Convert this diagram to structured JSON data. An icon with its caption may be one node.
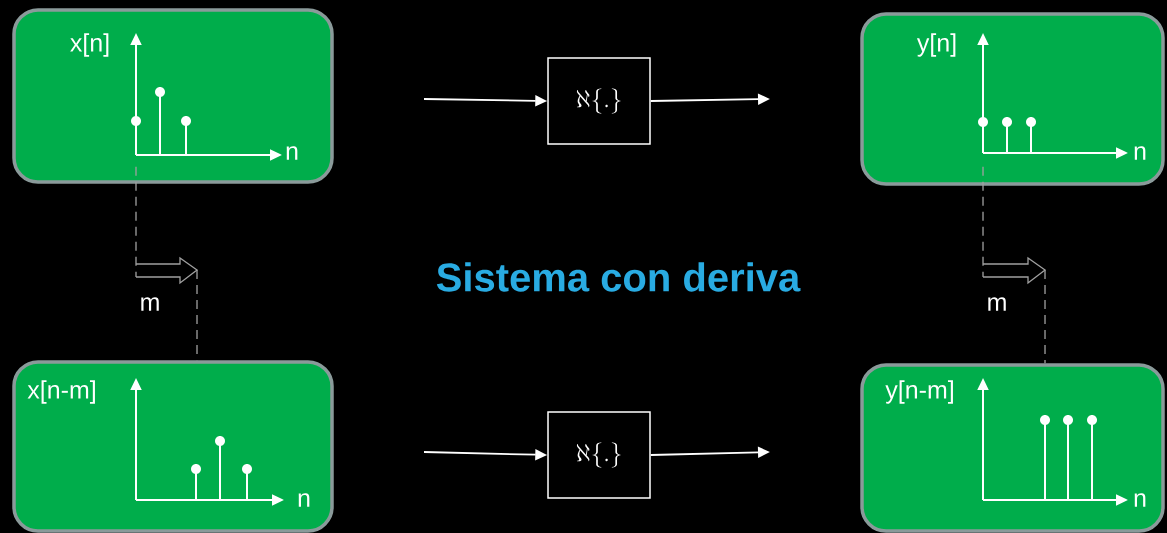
{
  "diagram": {
    "title": "Sistema  con  deriva",
    "nodes": [
      {
        "text": [
          "x[n]",
          "n"
        ]
      },
      {
        "text": [
          "\\aleph\\{.\\}"
        ]
      },
      {
        "text": [
          "y[n]",
          "n"
        ]
      },
      {
        "text": [
          "x[n-m]",
          "n"
        ]
      },
      {
        "text": [
          "\\aleph\\{.\\}"
        ]
      },
      {
        "text": [
          "y[n-m]",
          "n"
        ]
      }
    ],
    "edges": [
      {
        "from": null,
        "to": 1,
        "arrow": "to"
      },
      {
        "from": 1,
        "to": null,
        "arrow": "to"
      },
      {
        "from": null,
        "to": 4,
        "arrow": "to"
      },
      {
        "from": 4,
        "to": null,
        "arrow": "to"
      },
      {
        "from": 0,
        "to": 3,
        "arrow": "none",
        "style": "dashed",
        "color": "#a0a0a0"
      },
      {
        "from": 2,
        "to": 5,
        "arrow": "none",
        "style": "dashed",
        "color": "#a0a0a0"
      }
    ],
    "labels": [
      "m",
      "m"
    ]
  }
}
